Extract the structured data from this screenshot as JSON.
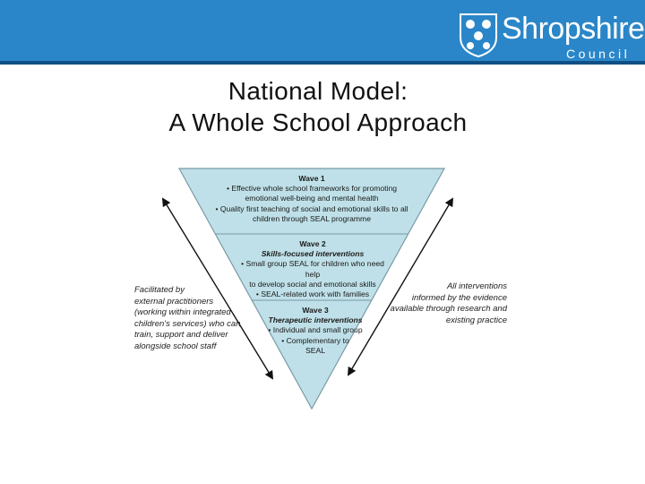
{
  "header": {
    "brand_name": "Shropshire",
    "brand_sub": "Council",
    "bar_color": "#2a86c8"
  },
  "slide": {
    "title_line1": "National Model:",
    "title_line2": "A Whole School Approach"
  },
  "diagram": {
    "colors": {
      "triangle_fill": "#bfe0e8",
      "triangle_stroke": "#7a9aa6",
      "arrow": "#111111"
    },
    "waves": [
      {
        "title": "Wave 1",
        "subtitle": "",
        "lines": [
          "• Effective whole school frameworks for promoting",
          "emotional well-being and mental health",
          "• Quality first teaching of social and emotional skills to all",
          "children through SEAL programme"
        ]
      },
      {
        "title": "Wave 2",
        "subtitle": "Skills-focused interventions",
        "lines": [
          "• Small group SEAL for children who need help",
          "to develop social and emotional skills",
          "• SEAL-related work with families"
        ]
      },
      {
        "title": "Wave 3",
        "subtitle": "Therapeutic interventions",
        "lines": [
          "• Individual and small group",
          "• Complementary to",
          "SEAL"
        ]
      }
    ],
    "left_note": [
      "Facilitated by",
      "external practitioners",
      "(working within integrated",
      "children's services) who can",
      "train, support and deliver",
      "alongside school staff"
    ],
    "right_note": [
      "All interventions",
      "informed by the evidence",
      "available through research and",
      "existing practice"
    ]
  }
}
